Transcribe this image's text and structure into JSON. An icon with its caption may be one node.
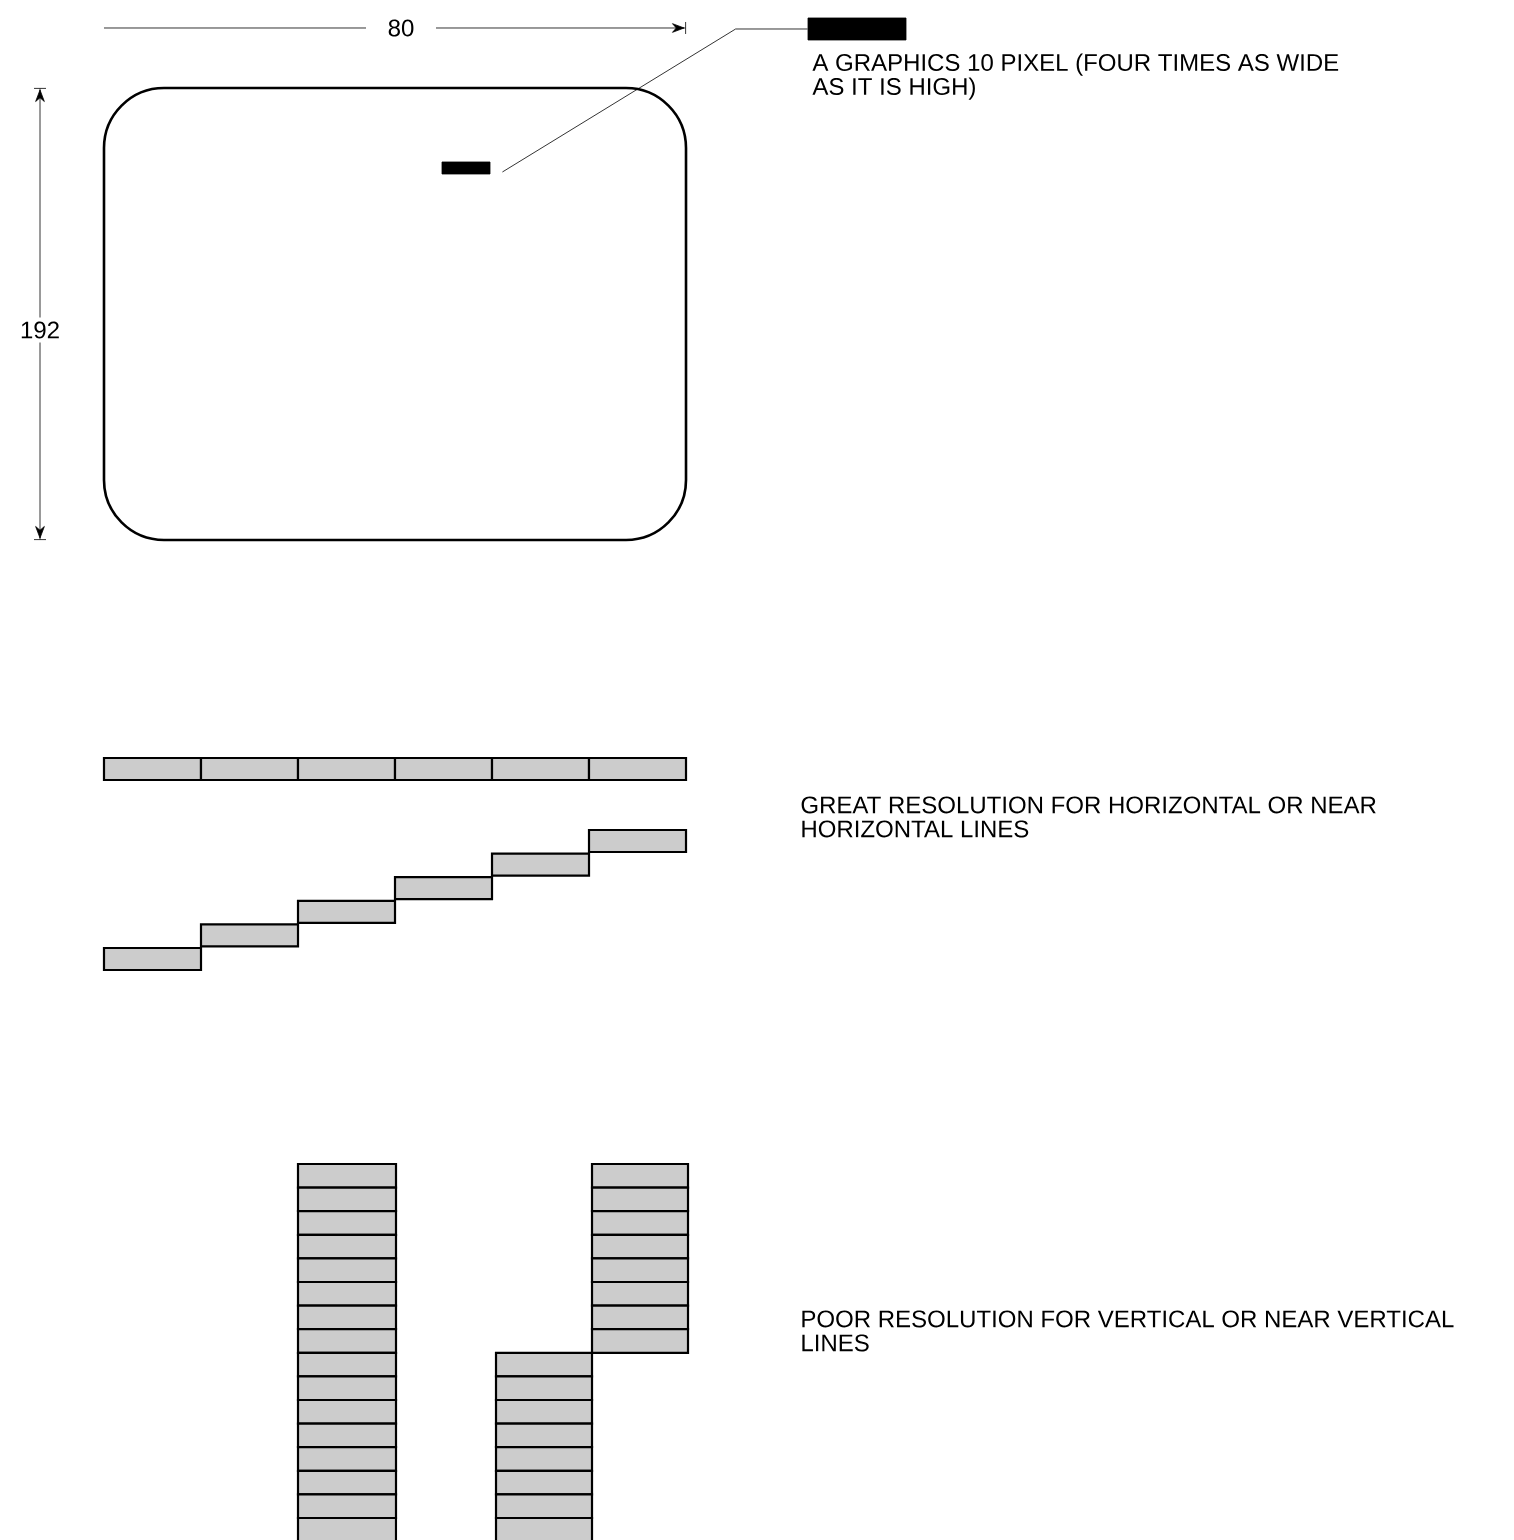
{
  "diagram": {
    "nodes": [
      {
        "text": [],
        "shape": "bar",
        "beside": [
          "A GRAPHICS 10 PIXEL (FOUR TIMES AS WIDE AS IT IS HIGH)"
        ]
      },
      {
        "text": [],
        "shape": "box"
      },
      {
        "text": [],
        "shape": "bar",
        "in": 1
      }
    ],
    "edges": [
      {
        "from": 0,
        "to": 2,
        "arrow": "none"
      }
    ],
    "labels": [
      "80",
      "192",
      "GREAT RESOLUTION FOR HORIZONTAL OR NEAR HORIZONTAL LINES",
      "POOR RESOLUTION FOR VERTICAL OR NEAR VERTICAL LINES"
    ]
  }
}
